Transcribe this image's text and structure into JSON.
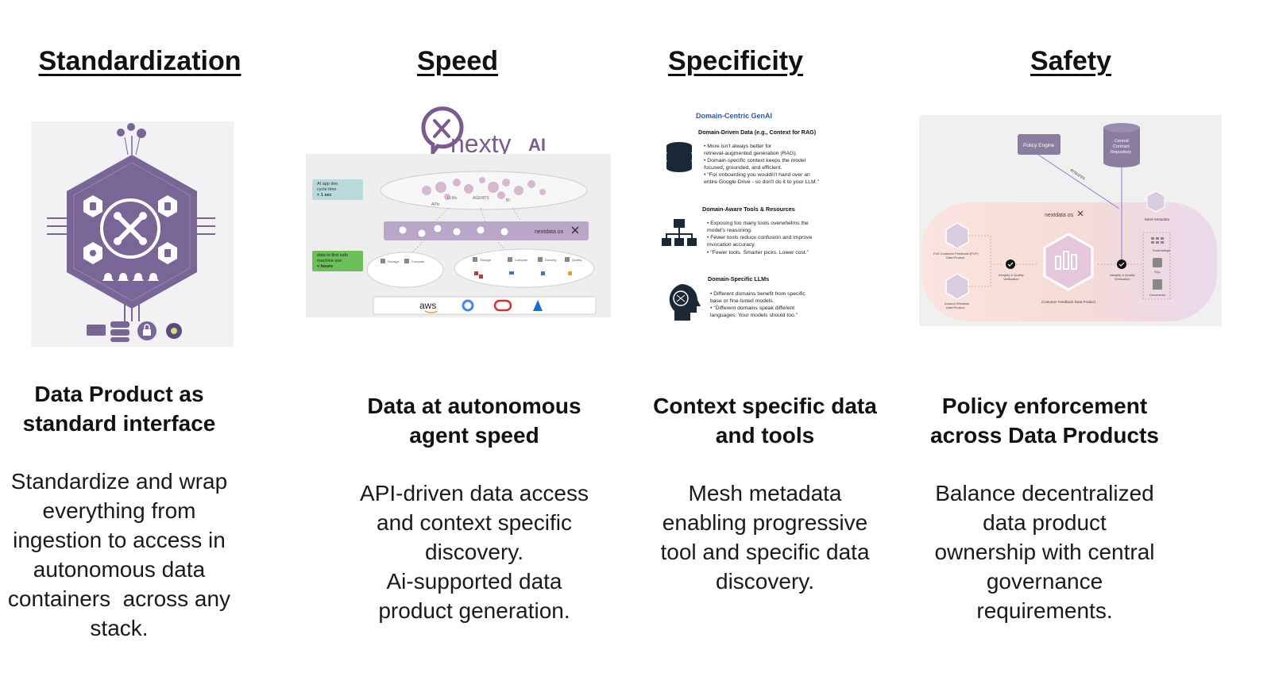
{
  "columns": [
    {
      "heading": "Standardization",
      "subheading_lines": [
        "Data Product as",
        "standard interface"
      ],
      "description_lines": [
        "Standardize and wrap",
        "everything from",
        "ingestion to access in",
        "autonomous data",
        "containers  across any",
        "stack."
      ]
    },
    {
      "heading": "Speed",
      "subheading_lines": [
        "Data at autonomous",
        "agent speed"
      ],
      "description_lines": [
        "API-driven data access",
        "and context specific",
        "discovery.",
        "Ai-supported data",
        "product generation."
      ]
    },
    {
      "heading": "Specificity",
      "subheading_lines": [
        "Context specific data",
        "and tools"
      ],
      "description_lines": [
        "Mesh metadata",
        "enabling progressive",
        "tool and specific data",
        "discovery."
      ]
    },
    {
      "heading": "Safety",
      "subheading_lines": [
        "Policy enforcement",
        "across Data Products"
      ],
      "description_lines": [
        "Balance decentralized",
        "data product",
        "ownership with central",
        "governance",
        "requirements."
      ]
    }
  ],
  "speed_image": {
    "logo_text": "nexty",
    "logo_suffix": "AI",
    "card_top_lines": [
      "AI app dev",
      "cycle time",
      "< 1 sec"
    ],
    "card_bottom_lines": [
      "data to first safe",
      "machine use",
      "< hours"
    ],
    "cloud_labels": [
      "APIs",
      "LLMs",
      "AGENTS",
      "BI"
    ],
    "bar_label": "nextdata os",
    "left_group_labels": [
      "Storage",
      "Compute"
    ],
    "right_group_labels": [
      "Storage",
      "Compute",
      "Security",
      "Quality"
    ],
    "providers": [
      "aws"
    ]
  },
  "specificity_image": {
    "title": "Domain-Centric GenAI",
    "sections": [
      {
        "icon": "database-icon",
        "heading": "Domain-Driven Data (e.g., Context for RAG)",
        "bullets": [
          "• More isn't always better for",
          "retrieval-augmented generation (RAG).",
          "• Domain-specific context keeps the model",
          "focused, grounded, and efficient.",
          "• \"For onboarding you wouldn't hand over an",
          "entire Google Drive - so don't do it to your LLM.\""
        ]
      },
      {
        "icon": "org-chart-icon",
        "heading": "Domain-Aware Tools & Resources",
        "bullets": [
          "• Exposing too many tools overwhelms the",
          "model's reasoning.",
          "• Fewer tools reduce confusion and improve",
          "invocation accuracy.",
          "• \"Fewer tools. Smarter picks. Lower cost.\""
        ]
      },
      {
        "icon": "brain-head-icon",
        "heading": "Domain-Specific LLMs",
        "bullets": [
          "• Different domains benefit from specific",
          "base or fine-tuned models.",
          "• \"Different domains speak different",
          "languages. Your models should too.\""
        ]
      }
    ]
  },
  "safety_image": {
    "policy_engine": "Policy Engine",
    "repo_lines": [
      "Central",
      "Contract",
      "Repository"
    ],
    "ensures": "ensures",
    "brand": "nextdata os",
    "mesh_metadata": "Mesh Metadata",
    "left_top_lines": [
      "PoS Customer Feedback (POF)",
      "Data Product"
    ],
    "left_bottom_lines": [
      "Amazon Reviews",
      "Data Product"
    ],
    "verify_lines": [
      "Integrity & Quality",
      "Verification"
    ],
    "center_label": "Customer Feedback Data Product",
    "outputs": [
      "Embeddings",
      "SQL",
      "Documents"
    ]
  },
  "colors": {
    "purple": "#7a6597",
    "purple_dark": "#5e4a7c",
    "accent_blue": "#2c5aa0"
  }
}
